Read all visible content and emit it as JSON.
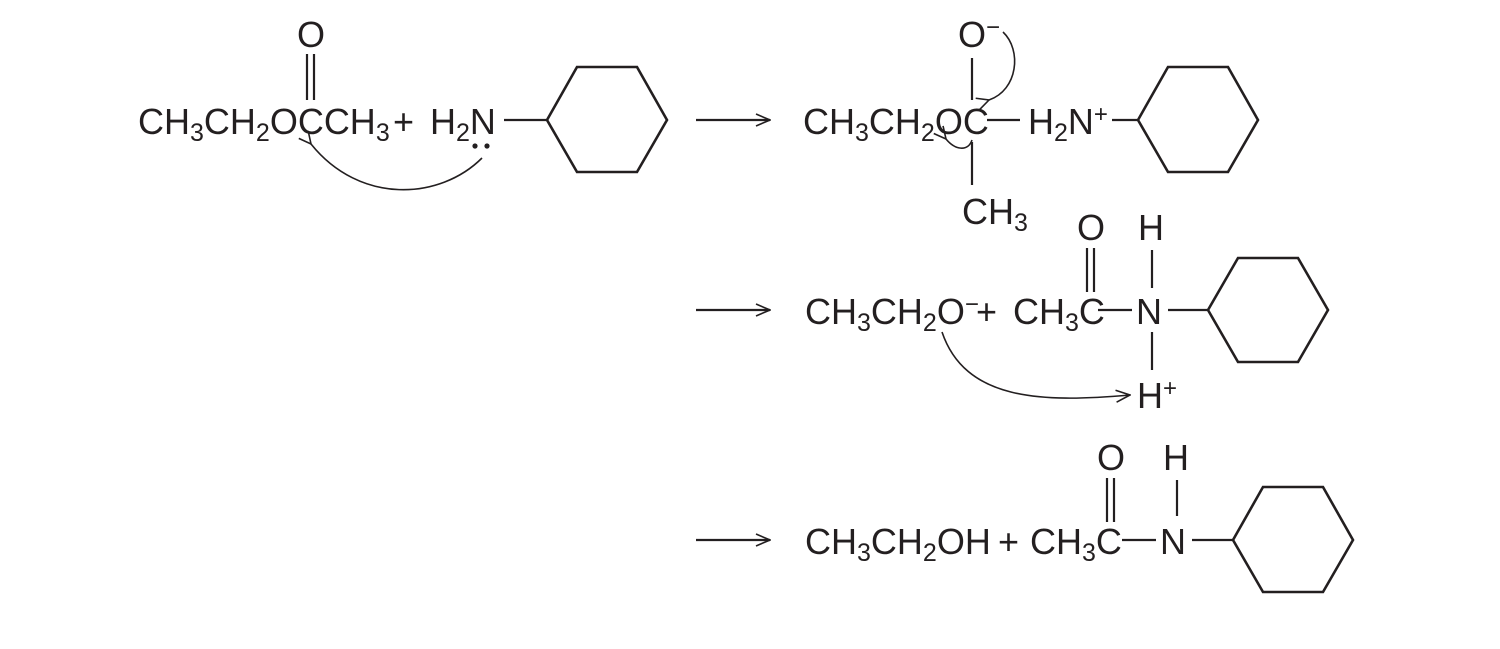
{
  "title": "Mechanism of aminolysis of ethyl acetate with cyclohexylamine",
  "colors": {
    "ink": "#231f20",
    "background": "#ffffff"
  },
  "step1": {
    "ester": [
      {
        "t": "CH"
      },
      {
        "t": "3",
        "sub": true
      },
      {
        "t": "CH"
      },
      {
        "t": "2",
        "sub": true
      },
      {
        "t": "OCCH"
      },
      {
        "t": "3",
        "sub": true
      }
    ],
    "carbonyl_o": "O",
    "plus": "+",
    "amine": [
      {
        "t": "H"
      },
      {
        "t": "2",
        "sub": true
      },
      {
        "t": "N"
      }
    ],
    "ring": "cyclohexyl"
  },
  "step2": {
    "left": [
      {
        "t": "CH"
      },
      {
        "t": "3",
        "sub": true
      },
      {
        "t": "CH"
      },
      {
        "t": "2",
        "sub": true
      },
      {
        "t": "OC"
      }
    ],
    "oxide": [
      {
        "t": "O"
      },
      {
        "t": "−",
        "sup": true
      }
    ],
    "ammonium": [
      {
        "t": "H"
      },
      {
        "t": "2",
        "sub": true
      },
      {
        "t": "N"
      },
      {
        "t": "+",
        "sup": true
      }
    ],
    "methyl": [
      {
        "t": "CH"
      },
      {
        "t": "3",
        "sub": true
      }
    ]
  },
  "step3": {
    "ethoxide": [
      {
        "t": "CH"
      },
      {
        "t": "3",
        "sub": true
      },
      {
        "t": "CH"
      },
      {
        "t": "2",
        "sub": true
      },
      {
        "t": "O"
      },
      {
        "t": "−",
        "sup": true
      }
    ],
    "plus": "+",
    "acyl": [
      {
        "t": "CH"
      },
      {
        "t": "3",
        "sub": true
      },
      {
        "t": "C"
      }
    ],
    "carbonyl_o": "O",
    "n": "N",
    "h_top": "H",
    "h_plus": [
      {
        "t": "H"
      },
      {
        "t": "+",
        "sup": true
      }
    ]
  },
  "step4": {
    "ethanol": [
      {
        "t": "CH"
      },
      {
        "t": "3",
        "sub": true
      },
      {
        "t": "CH"
      },
      {
        "t": "2",
        "sub": true
      },
      {
        "t": "OH"
      }
    ],
    "plus": "+",
    "acyl": [
      {
        "t": "CH"
      },
      {
        "t": "3",
        "sub": true
      },
      {
        "t": "C"
      }
    ],
    "carbonyl_o": "O",
    "n": "N",
    "h_top": "H"
  }
}
